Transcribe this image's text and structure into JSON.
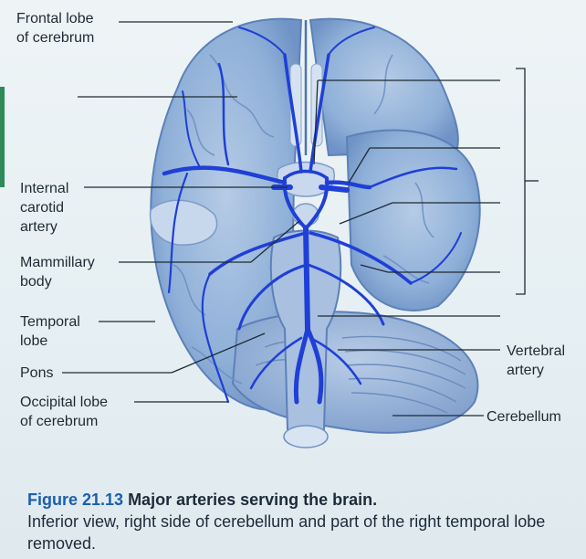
{
  "labels": {
    "frontal_lobe": [
      "Frontal lobe",
      "of cerebrum"
    ],
    "internal_carotid": [
      "Internal",
      "carotid",
      "artery"
    ],
    "mammillary": [
      "Mammillary",
      "body"
    ],
    "temporal": [
      "Temporal",
      "lobe"
    ],
    "pons": [
      "Pons"
    ],
    "occipital": [
      "Occipital lobe",
      "of cerebrum"
    ],
    "vertebral": [
      "Vertebral",
      "artery"
    ],
    "cerebellum": [
      "Cerebellum"
    ]
  },
  "caption": {
    "figure_number": "Figure 21.13",
    "title": "Major arteries serving the brain.",
    "description": "Inferior view, right side of cerebellum and part of the right temporal lobe removed."
  },
  "colors": {
    "brain": "#8fb0d8",
    "artery": "#1f3fd6",
    "accent": "#1b5fae"
  }
}
